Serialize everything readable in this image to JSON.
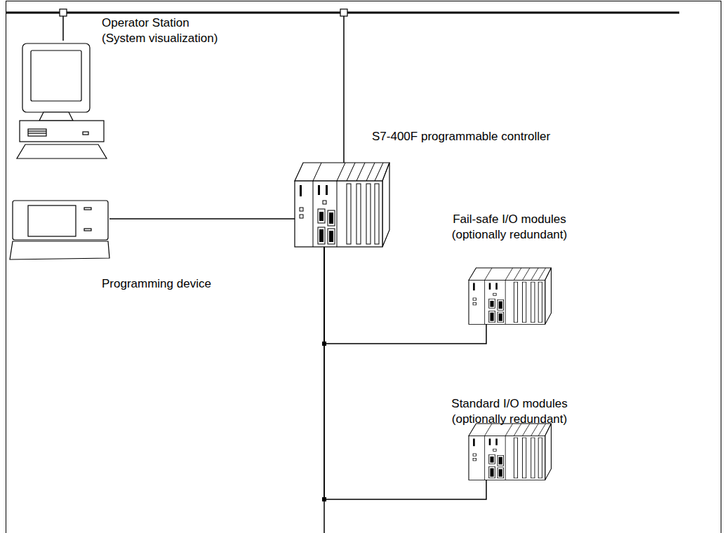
{
  "diagram": {
    "nodes": [
      {
        "text": [
          "Operator Station (System visualization)"
        ]
      },
      {
        "text": [
          "S7-400F programmable controller"
        ]
      },
      {
        "text": [
          "Programming device"
        ]
      },
      {
        "text": [
          "Fail-safe I/O modules (optionally redundant)"
        ]
      },
      {
        "text": [
          "Standard I/O modules (optionally redundant)"
        ]
      }
    ],
    "edges": [
      {
        "from": 0,
        "to": 1,
        "arrow": "none"
      },
      {
        "from": 2,
        "to": 1,
        "arrow": "none"
      },
      {
        "from": 1,
        "to": 3,
        "arrow": "none"
      },
      {
        "from": 1,
        "to": 4,
        "arrow": "none"
      }
    ]
  }
}
